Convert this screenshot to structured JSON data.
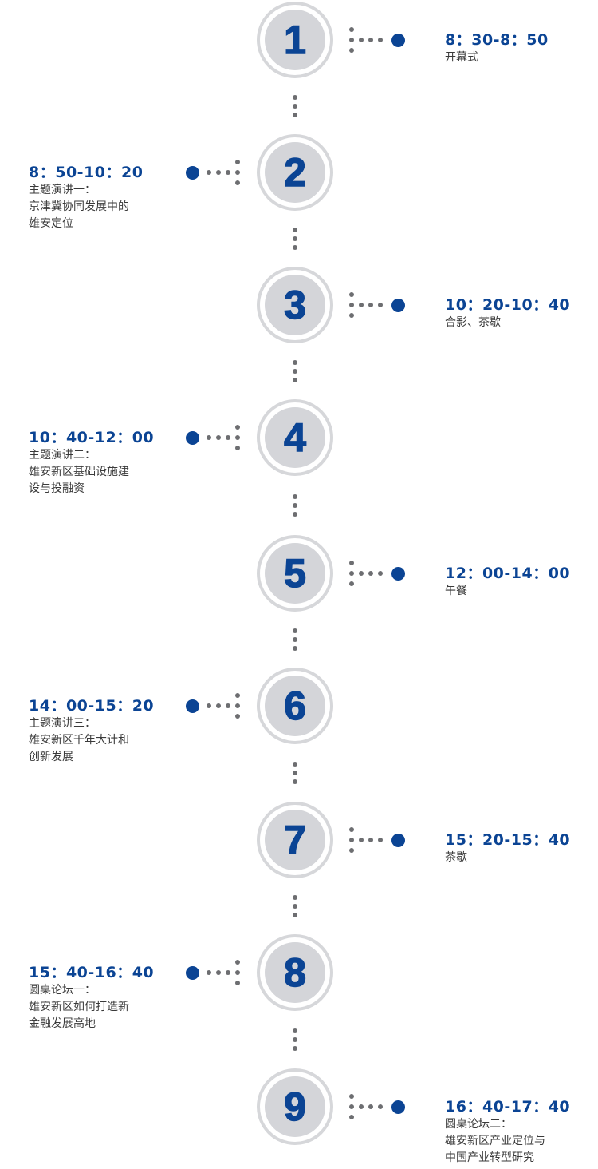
{
  "colors": {
    "accent": "#0b4494",
    "circle": "#d4d5d9",
    "dots": "#6d6e71"
  },
  "items": [
    {
      "number": "1",
      "time": "8：30-8：50",
      "side": "right",
      "lines": [
        "开幕式"
      ]
    },
    {
      "number": "2",
      "time": "8：50-10：20",
      "side": "left",
      "lines": [
        "主题演讲一：",
        "京津冀协同发展中的",
        "雄安定位"
      ]
    },
    {
      "number": "3",
      "time": "10：20-10：40",
      "side": "right",
      "lines": [
        "合影、茶歇"
      ]
    },
    {
      "number": "4",
      "time": "10：40-12：00",
      "side": "left",
      "lines": [
        "主题演讲二：",
        "雄安新区基础设施建",
        "设与投融资"
      ]
    },
    {
      "number": "5",
      "time": "12：00-14：00",
      "side": "right",
      "lines": [
        "午餐"
      ]
    },
    {
      "number": "6",
      "time": "14：00-15：20",
      "side": "left",
      "lines": [
        "主题演讲三：",
        "雄安新区千年大计和",
        "创新发展"
      ]
    },
    {
      "number": "7",
      "time": "15：20-15：40",
      "side": "right",
      "lines": [
        "茶歇"
      ]
    },
    {
      "number": "8",
      "time": "15：40-16：40",
      "side": "left",
      "lines": [
        "圆桌论坛一：",
        "雄安新区如何打造新",
        "金融发展高地"
      ]
    },
    {
      "number": "9",
      "time": "16：40-17：40",
      "side": "right",
      "lines": [
        "圆桌论坛二：",
        "雄安新区产业定位与",
        "中国产业转型研究"
      ]
    }
  ]
}
